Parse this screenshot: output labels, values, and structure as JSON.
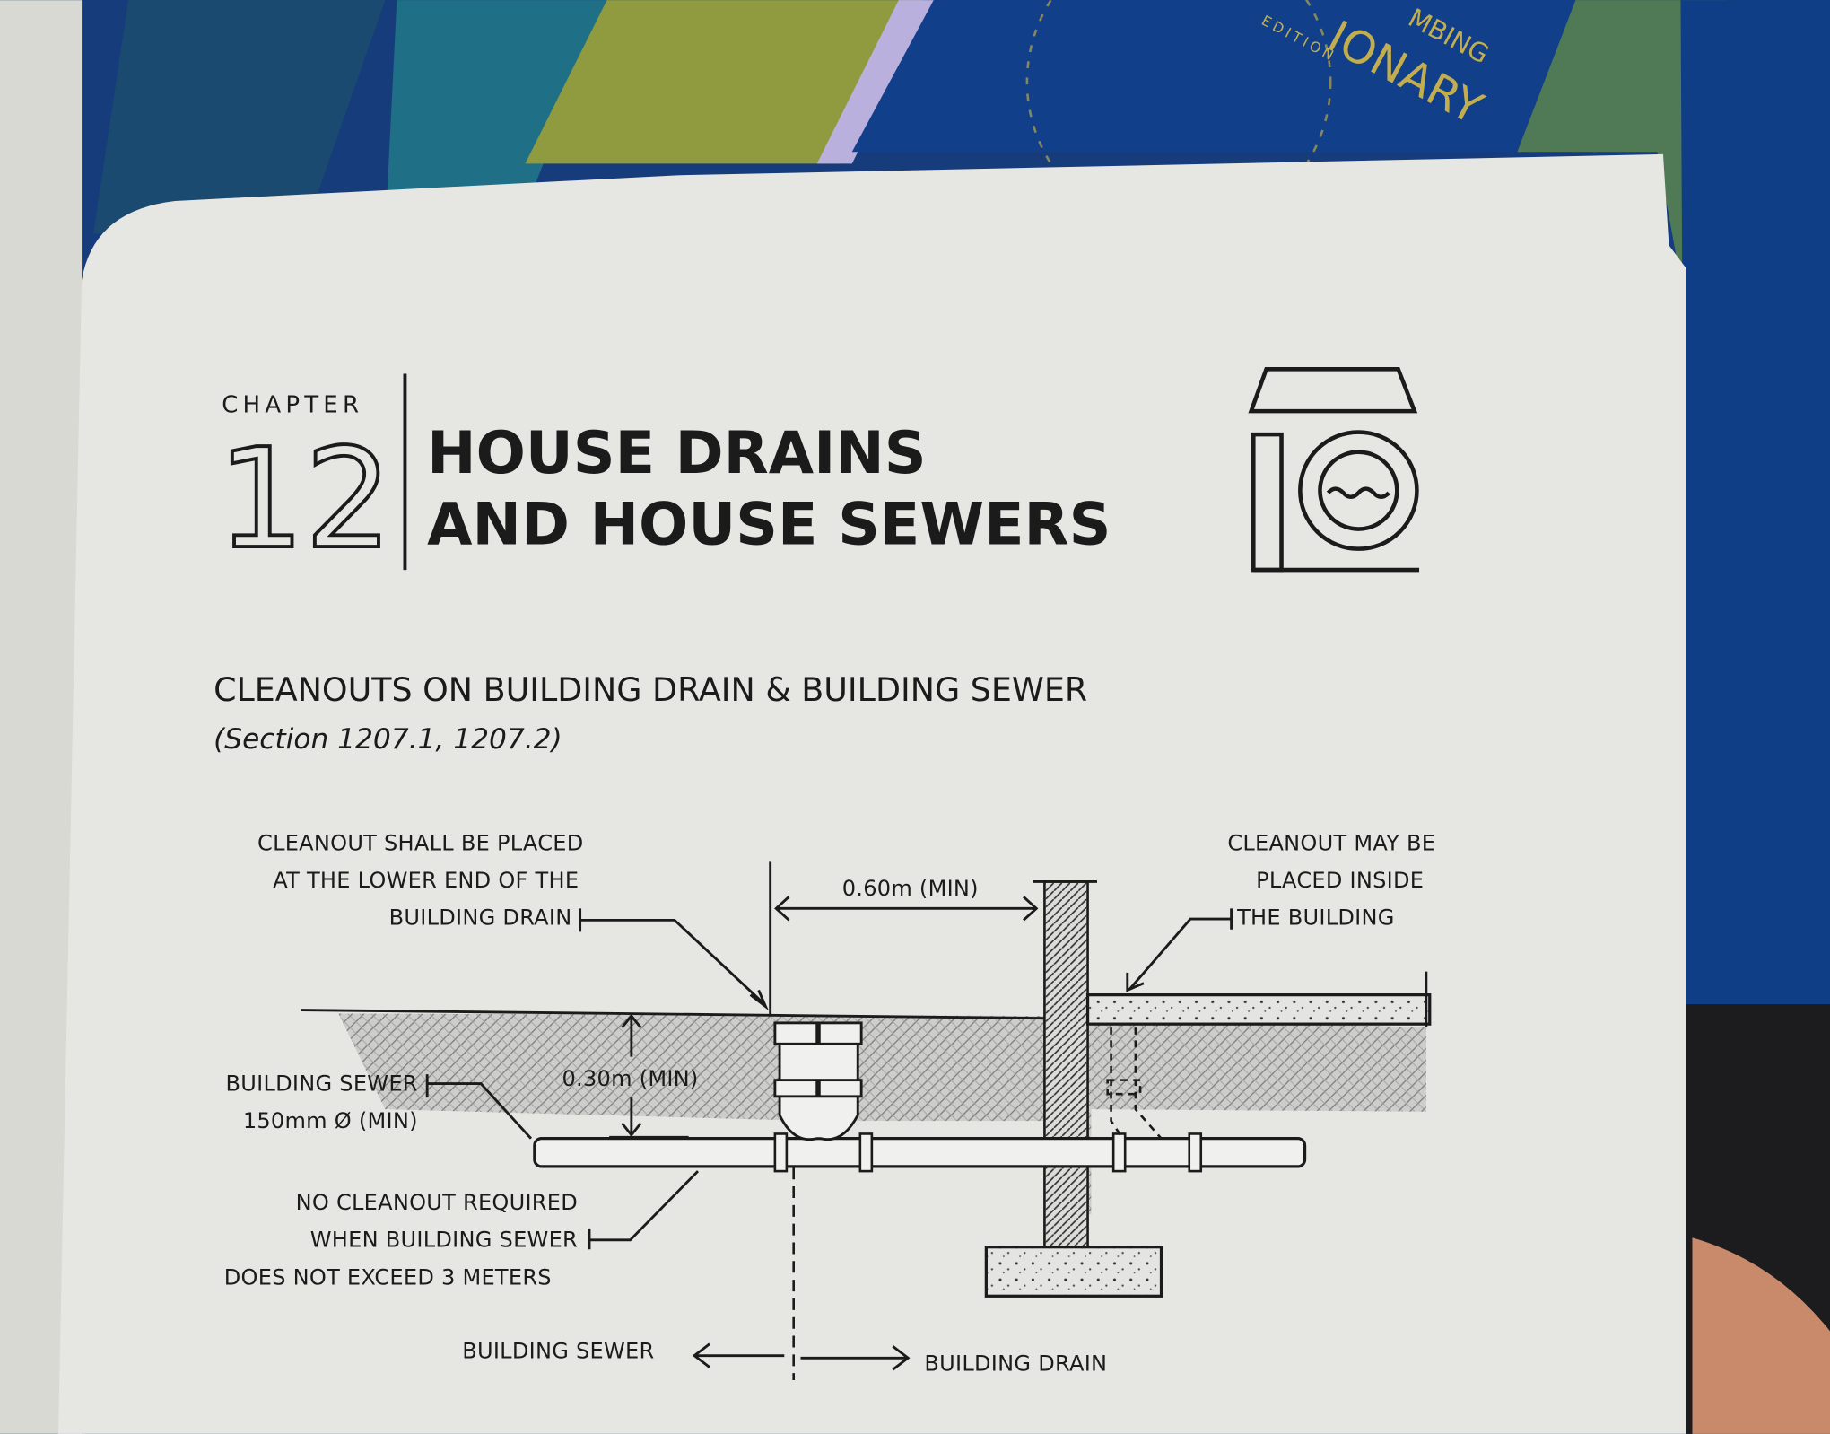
{
  "background": {
    "book_cover_text": [
      "MBING",
      "IONARY",
      "EDITION"
    ],
    "colors": {
      "navy": "#123f8a",
      "teal": "#1f6f86",
      "olive": "#8f9b3e",
      "green": "#4f7a55",
      "page": "#e6e6e3"
    }
  },
  "page": {
    "chapter_label": "CHAPTER",
    "chapter_number": "12",
    "chapter_title_line1": "HOUSE DRAINS",
    "chapter_title_line2": "AND HOUSE SEWERS",
    "chapter_icon": "washing-machine-drain-icon",
    "section_heading": "CLEANOUTS ON BUILDING DRAIN & BUILDING SEWER",
    "section_reference": "(Section 1207.1, 1207.2)"
  },
  "diagram": {
    "label_lower_end": [
      "CLEANOUT SHALL BE PLACED",
      "AT THE LOWER END OF THE",
      "BUILDING DRAIN"
    ],
    "label_inside": [
      "CLEANOUT MAY BE",
      "PLACED INSIDE",
      "THE BUILDING"
    ],
    "dim_horizontal": "0.60m (MIN)",
    "dim_vertical": "0.30m (MIN)",
    "label_sewer_size": [
      "BUILDING SEWER",
      "150mm Ø (MIN)"
    ],
    "label_no_cleanout": [
      "NO CLEANOUT REQUIRED",
      "WHEN BUILDING SEWER",
      "DOES NOT EXCEED 3 METERS"
    ],
    "label_bottom_sewer": "BUILDING SEWER",
    "label_bottom_drain": "BUILDING DRAIN"
  }
}
